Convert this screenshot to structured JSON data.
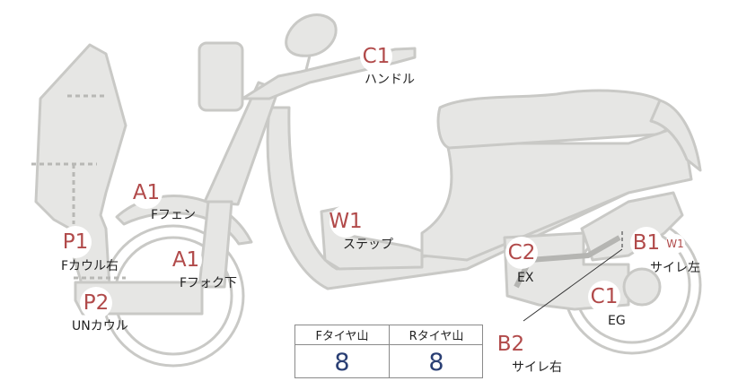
{
  "parts": {
    "handle": {
      "code": "C1",
      "label": "ハンドル"
    },
    "front_fender": {
      "code": "A1",
      "label": "Fフェン"
    },
    "front_fork_lower": {
      "code": "A1",
      "label": "Fフォク下"
    },
    "front_cowl": {
      "code": "P1",
      "label": "Fカウル右"
    },
    "under_cowl": {
      "code": "P2",
      "label": "UNカウル"
    },
    "step": {
      "code": "W1",
      "label": "ステップ"
    },
    "exhaust": {
      "code": "C2",
      "label": "EX"
    },
    "silencer_left": {
      "code": "B1",
      "label": "サイレ左",
      "extra_code": "W1"
    },
    "engine": {
      "code": "C1",
      "label": "EG"
    },
    "silencer_right": {
      "code": "B2",
      "label": "サイレ右"
    }
  },
  "tread": {
    "front_header": "Fタイヤ山",
    "rear_header": "Rタイヤ山",
    "front_value": "8",
    "rear_value": "8"
  },
  "colors": {
    "badge_text": "#b14a4a",
    "tread_value": "#2a3f74",
    "body_fill": "#e6e6e4",
    "body_stroke": "#c9c9c6"
  }
}
